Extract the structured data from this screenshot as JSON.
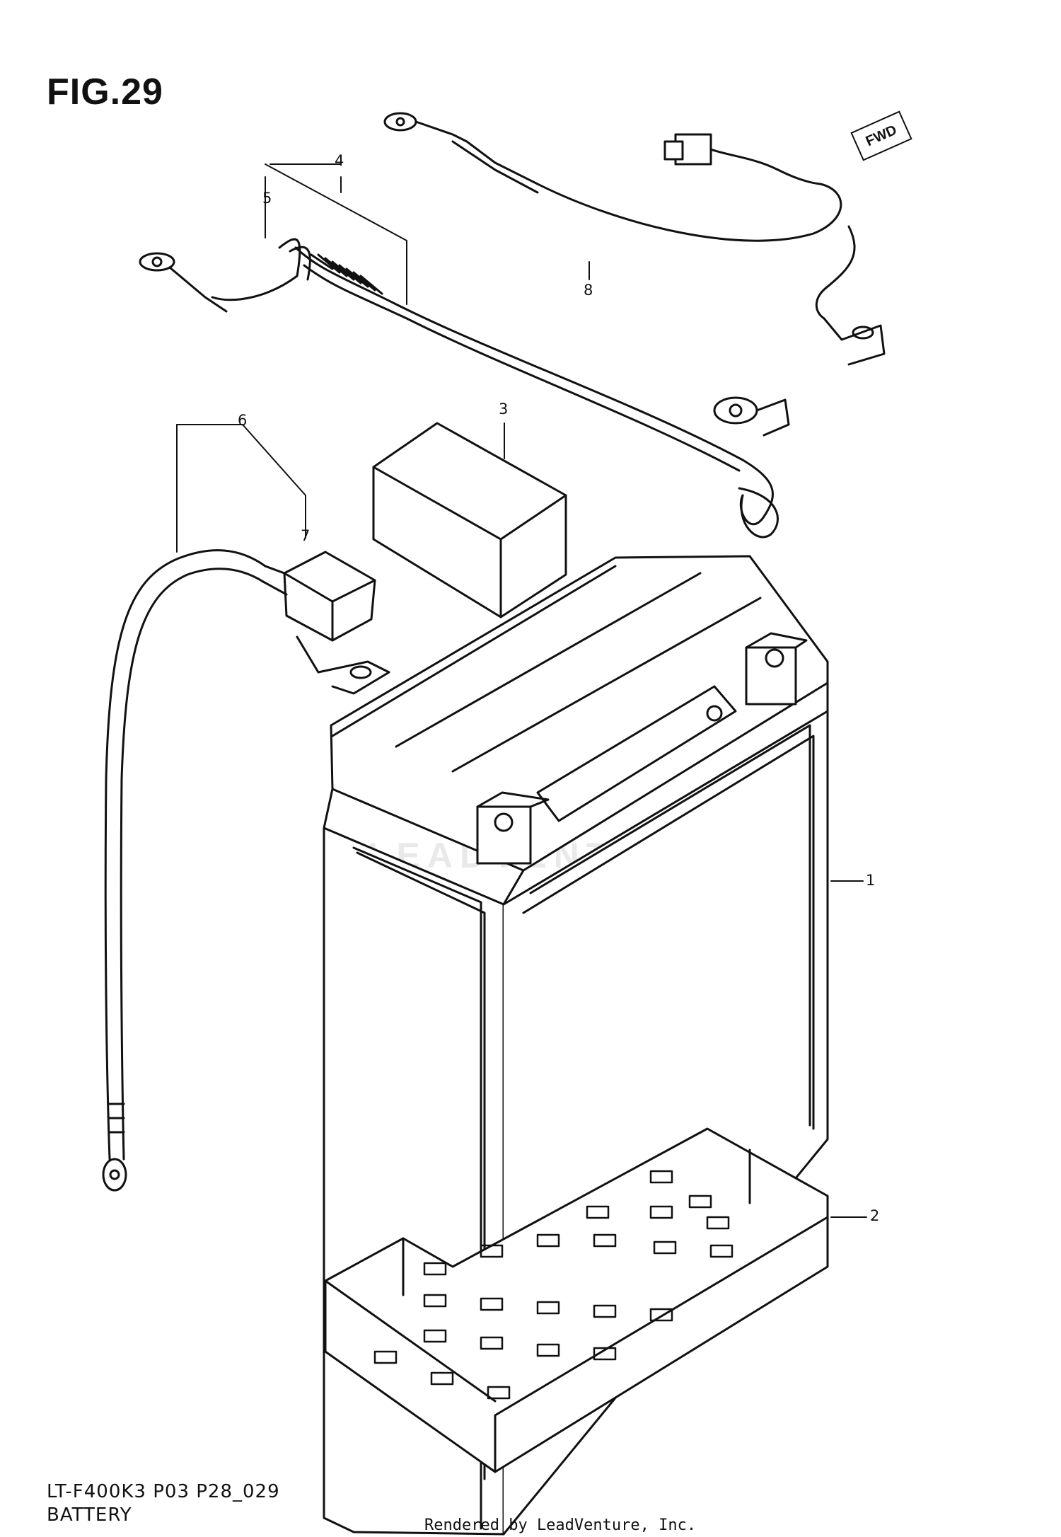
{
  "figure": {
    "title": "FIG.29",
    "model_code": "LT-F400K3 P03 P28_029",
    "caption": "BATTERY",
    "footer": "Rendered by LeadVenture, Inc.",
    "watermark": "LEADVENTURE"
  },
  "fwd_badge": "FWD",
  "callouts": [
    {
      "id": "1",
      "label": "1"
    },
    {
      "id": "2",
      "label": "2"
    },
    {
      "id": "3",
      "label": "3"
    },
    {
      "id": "4",
      "label": "4"
    },
    {
      "id": "5",
      "label": "5"
    },
    {
      "id": "6",
      "label": "6"
    },
    {
      "id": "7",
      "label": "7"
    },
    {
      "id": "8",
      "label": "8"
    }
  ]
}
